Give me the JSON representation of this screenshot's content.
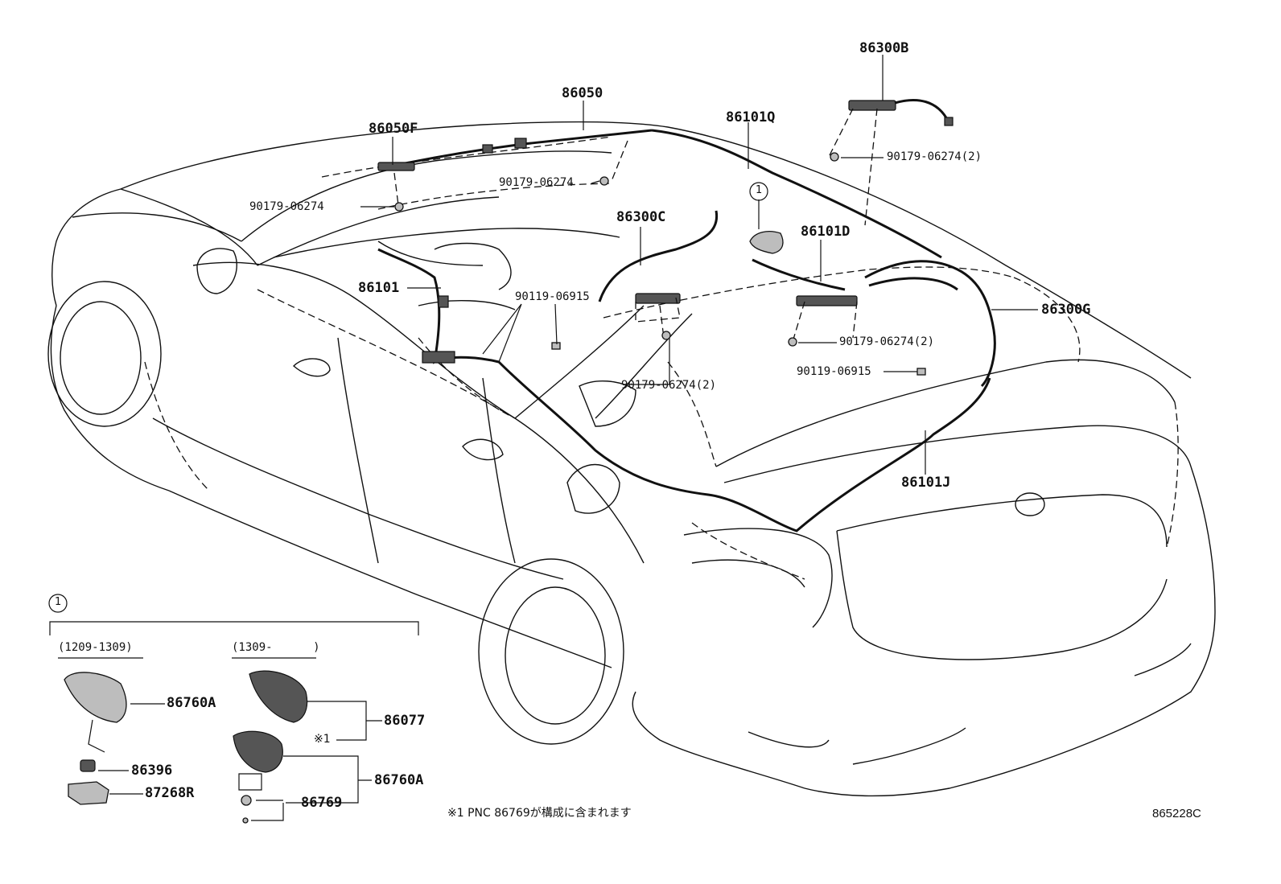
{
  "labels": {
    "p86300B": "86300B",
    "p86050": "86050",
    "p86101Q": "86101Q",
    "p86050F": "86050F",
    "clip_top_right": "90179-06274(2)",
    "clip_center": "90179-06274",
    "clip_left": "90179-06274",
    "p86300C": "86300C",
    "p86101D": "86101D",
    "p86101": "86101",
    "bolt_center": "90119-06915",
    "p86300G": "86300G",
    "clip_mid_right": "90179-06274(2)",
    "bolt_right": "90119-06915",
    "clip_bottom_center": "90179-06274(2)",
    "p86101J": "86101J",
    "ref_mark_car": "1",
    "ref_mark_inset": "1"
  },
  "inset": {
    "period_old": "(1209-1309)",
    "period_new": "(1309-      )",
    "p86760A_left": "86760A",
    "p86396": "86396",
    "p87268R": "87268R",
    "p86077": "86077",
    "mark_x1": "※1",
    "p86760A_right": "86760A",
    "p86769": "86769"
  },
  "footnote": "※1 PNC 86769が構成に含まれます",
  "diagram_code": "865228C"
}
